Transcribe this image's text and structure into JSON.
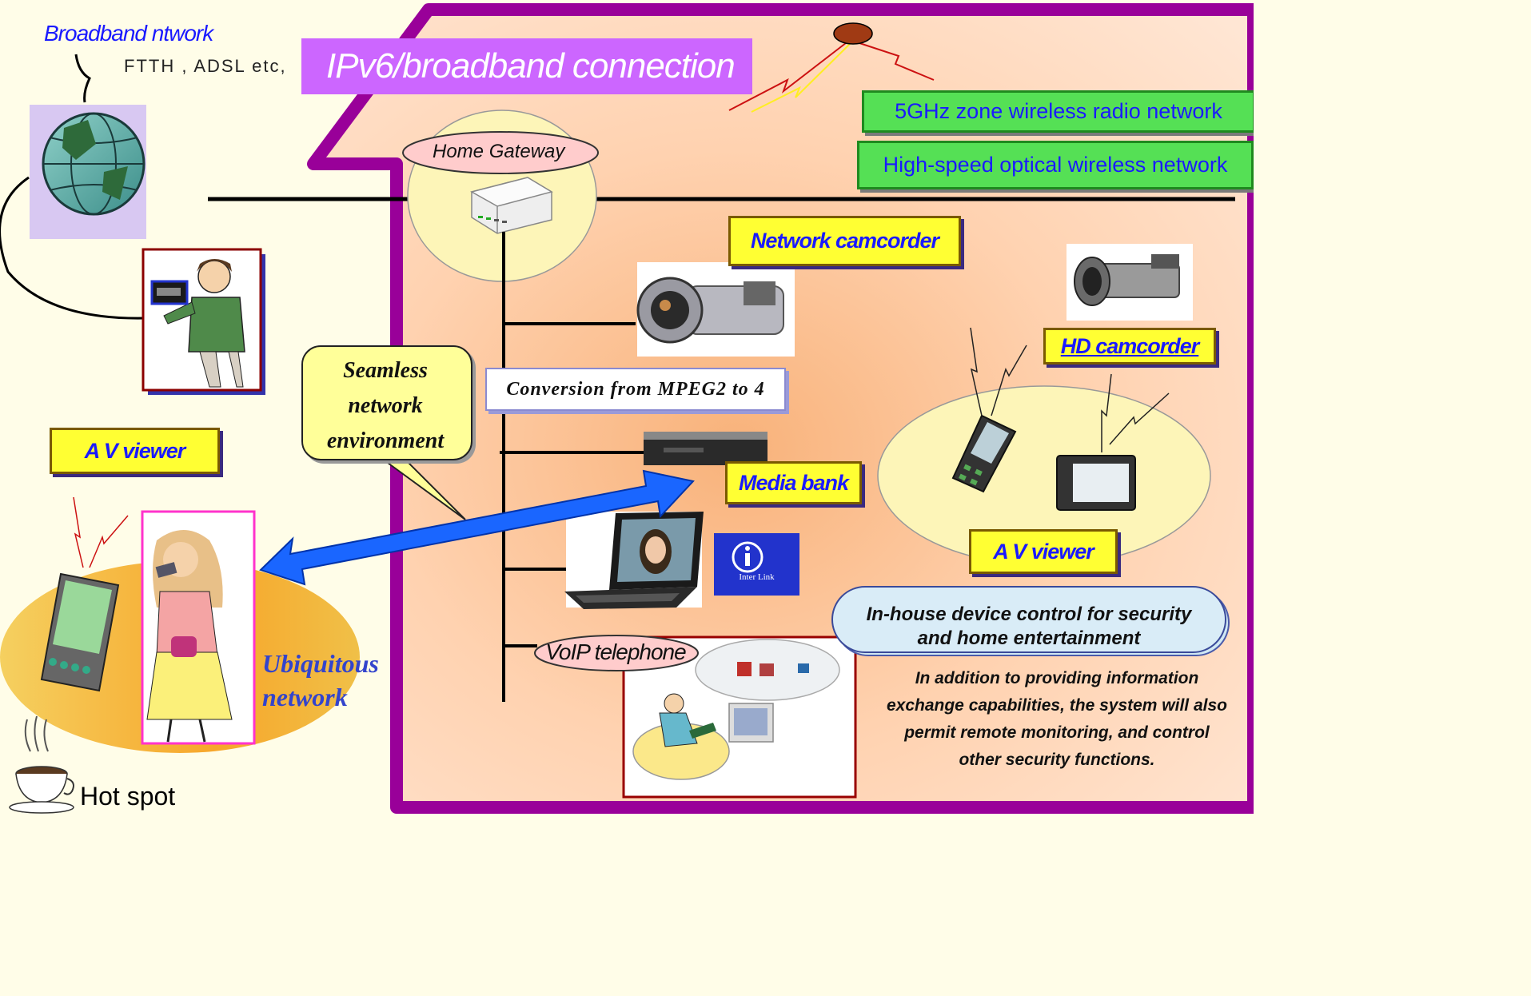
{
  "banner": "IPv6/broadband connection",
  "broadband": {
    "title": "Broadband ntwork",
    "subtitle": "FTTH , ADSL etc,"
  },
  "gateway": "Home Gateway",
  "wireless": {
    "radio": "5GHz zone wireless radio network",
    "optical": "High-speed optical wireless network"
  },
  "devices": {
    "network_camcorder": "Network camcorder",
    "hd_camcorder": "HD camcorder",
    "conversion": "Conversion from MPEG2 to 4",
    "media_bank": "Media bank",
    "av_viewer_left": "A V viewer",
    "av_viewer_right": "A V viewer",
    "voip": "VoIP telephone",
    "interlink": "Inter Link"
  },
  "callout": {
    "line1": "Seamless",
    "line2": "network",
    "line3": "environment"
  },
  "ubiquitous": {
    "line1": "Ubiquitous",
    "line2": "network"
  },
  "hotspot": "Hot spot",
  "control": {
    "line1": "In-house device control for security",
    "line2": "and home entertainment"
  },
  "description": [
    "In addition to providing information",
    "exchange capabilities, the system will also",
    "permit  remote monitoring, and control",
    "other security functions."
  ],
  "colors": {
    "house_border": "#990099",
    "label_blue": "#1a1aff",
    "banner_bg": "#cc66ff",
    "highlight_yellow": "#ffff33",
    "wireless_green": "#55e055",
    "arrow_blue": "#1a66ff"
  }
}
